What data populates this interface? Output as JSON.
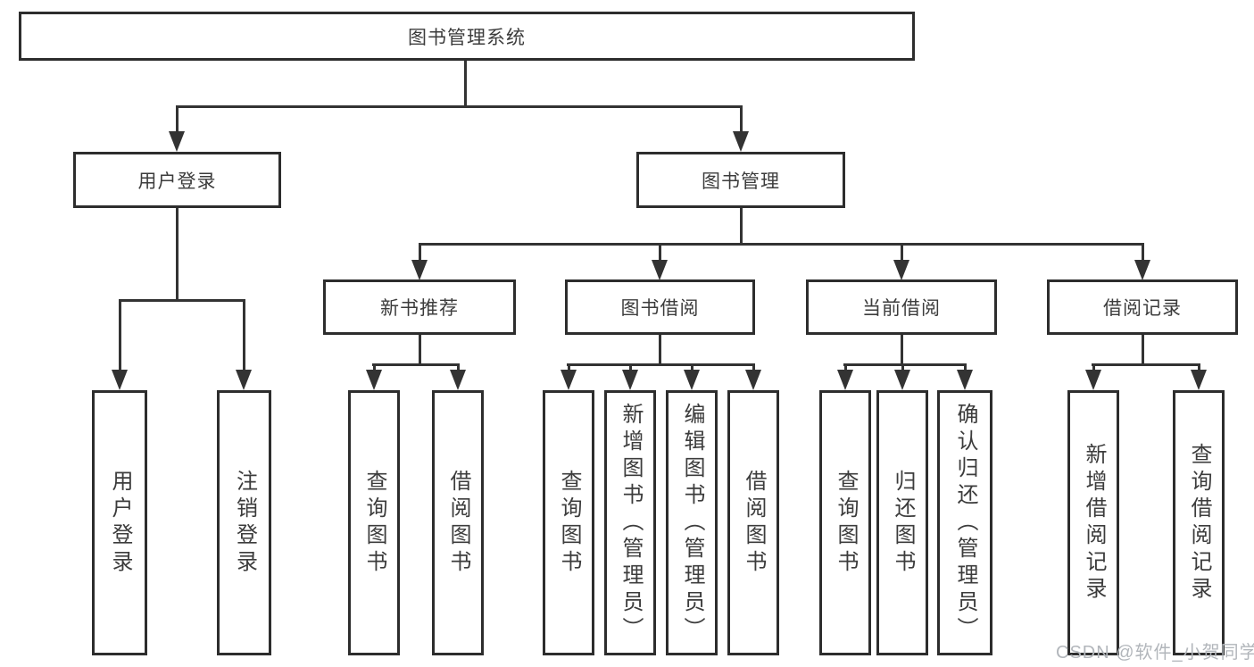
{
  "diagram": {
    "title": "图书管理系统",
    "root": {
      "label": "图书管理系统"
    },
    "branches": [
      {
        "label": "用户登录",
        "children": [
          {
            "label": "用户登录"
          },
          {
            "label": "注销登录"
          }
        ]
      },
      {
        "label": "图书管理",
        "children": [
          {
            "label": "新书推荐",
            "children": [
              {
                "label": "查询图书"
              },
              {
                "label": "借阅图书"
              }
            ]
          },
          {
            "label": "图书借阅",
            "children": [
              {
                "label": "查询图书"
              },
              {
                "label": "新增图书（管理员）"
              },
              {
                "label": "编辑图书（管理员）"
              },
              {
                "label": "借阅图书"
              }
            ]
          },
          {
            "label": "当前借阅",
            "children": [
              {
                "label": "查询图书"
              },
              {
                "label": "归还图书"
              },
              {
                "label": "确认归还（管理员）"
              }
            ]
          },
          {
            "label": "借阅记录",
            "children": [
              {
                "label": "新增借阅记录"
              },
              {
                "label": "查询借阅记录"
              }
            ]
          }
        ]
      }
    ]
  },
  "watermark": {
    "text": "CSDN @软件_小贺同学"
  },
  "colors": {
    "line": "#333333",
    "box_border": "#2d2d2d",
    "text": "#3c3c3c",
    "watermark": "#b2b6bb",
    "background": "#ffffff"
  }
}
